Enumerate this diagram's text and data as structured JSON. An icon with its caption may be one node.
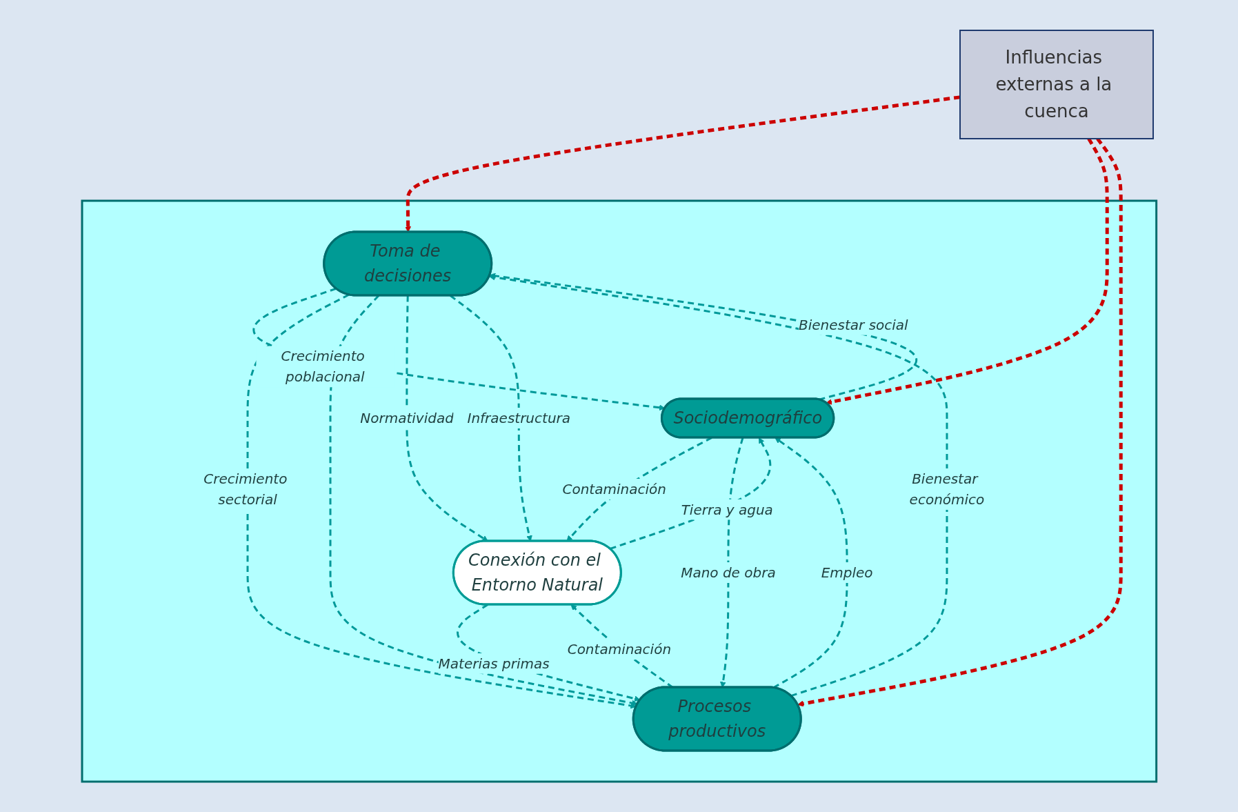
{
  "diagram": {
    "nodes": [
      {
        "text": [
          "Influencias externas a la cuenca"
        ]
      },
      {
        "text": [],
        "shape": "box"
      },
      {
        "text": [
          "Sociodemográfico"
        ],
        "in": 1
      },
      {
        "text": [
          "Toma de decisiones"
        ],
        "in": 1
      },
      {
        "text": [
          "Procesos productivos"
        ],
        "in": 1
      },
      {
        "text": [
          "Conexión con el Entorno Natural"
        ],
        "in": 1
      }
    ],
    "edges": [
      {
        "from": 0,
        "to": 3,
        "arrow": "to",
        "style": "dashed",
        "color": "#cc0000"
      },
      {
        "from": 0,
        "to": 2,
        "arrow": "to",
        "style": "dashed",
        "color": "#cc0000"
      },
      {
        "from": 0,
        "to": 4,
        "arrow": "to",
        "style": "dashed",
        "color": "#cc0000"
      },
      {
        "from": 5,
        "to": 2,
        "arrow": "to",
        "label": "Tierra y agua",
        "style": "dashed"
      },
      {
        "from": 2,
        "to": 5,
        "arrow": "to",
        "label": "Contaminación",
        "style": "dashed"
      },
      {
        "from": 3,
        "to": 2,
        "arrow": "to",
        "label": "Crecimiento poblacional",
        "style": "dashed"
      },
      {
        "from": 4,
        "to": 2,
        "arrow": "to",
        "label": "Empleo",
        "style": "dashed"
      },
      {
        "from": 2,
        "to": 3,
        "arrow": "to",
        "label": "Bienestar social",
        "style": "dashed"
      },
      {
        "from": 2,
        "to": 4,
        "arrow": "to",
        "label": "Mano de obra",
        "style": "dashed"
      },
      {
        "from": 4,
        "to": 3,
        "arrow": "to",
        "label": "Bienestar económico",
        "style": "dashed"
      },
      {
        "from": 3,
        "to": 4,
        "arrow": "to",
        "label": "Crecimiento sectorial",
        "style": "dashed"
      },
      {
        "from": 3,
        "to": 4,
        "arrow": "to",
        "style": "dashed"
      },
      {
        "from": 3,
        "to": 5,
        "arrow": "to",
        "label": "Normatividad",
        "style": "dashed"
      },
      {
        "from": 4,
        "to": 5,
        "arrow": "to",
        "label": "Contaminación",
        "style": "dashed"
      },
      {
        "from": 3,
        "to": 5,
        "arrow": "to",
        "label": "Infraestructura",
        "style": "dashed"
      },
      {
        "from": 5,
        "to": 4,
        "arrow": "to",
        "label": "Materias primas",
        "style": "dashed"
      }
    ]
  }
}
